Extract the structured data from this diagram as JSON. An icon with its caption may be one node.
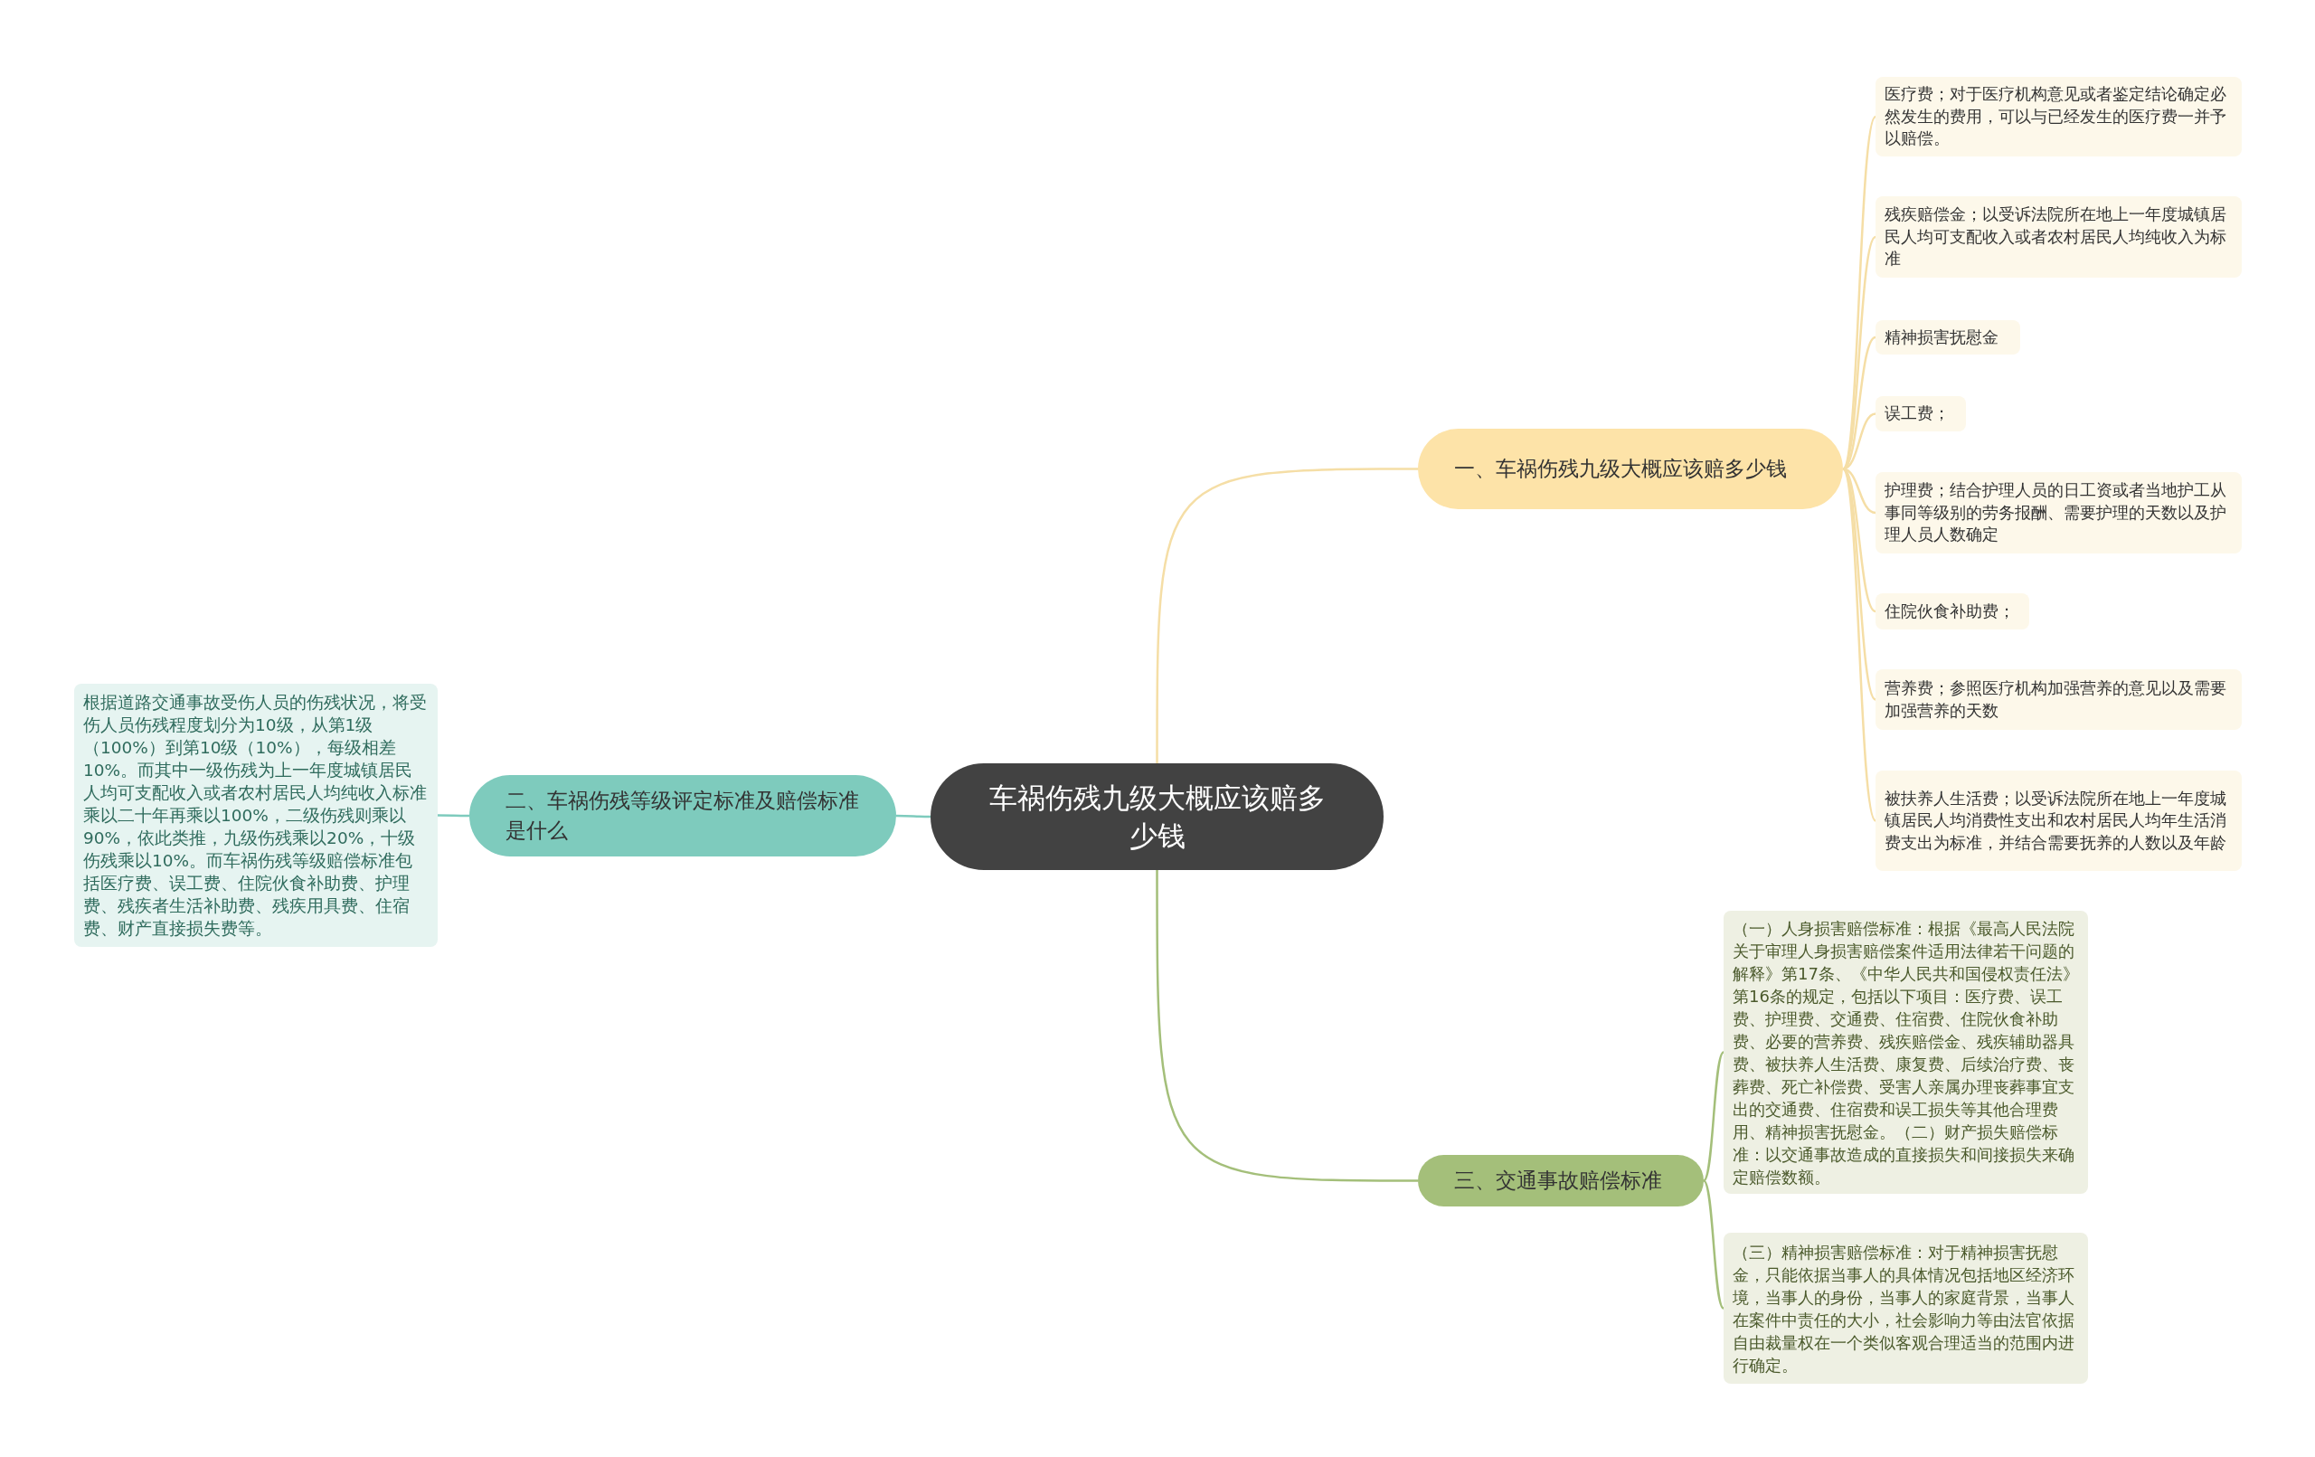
{
  "diagram": {
    "nodes": [
      {
        "text": [
          "车祸伤残九级大概应该赔多少钱"
        ]
      },
      {
        "text": [
          "一、车祸伤残九级大概应该赔多少钱"
        ]
      },
      {
        "text": [
          "医疗费；对于医疗机构意见或者鉴定结论确定必然发生的费用，可以与已经发生的医疗费一并予以赔偿。"
        ]
      },
      {
        "text": [
          "残疾赔偿金；以受诉法院所在地上一年度城镇居民人均可支配收入或者农村居民人均纯收入为标准"
        ]
      },
      {
        "text": [
          "精神损害抚慰金"
        ]
      },
      {
        "text": [
          "误工费；"
        ]
      },
      {
        "text": [
          "护理费；结合护理人员的日工资或者当地护工从事同等级别的劳务报酬、需要护理的天数以及护理人员人数确定"
        ]
      },
      {
        "text": [
          "住院伙食补助费；"
        ]
      },
      {
        "text": [
          "营养费；参照医疗机构加强营养的意见以及需要加强营养的天数"
        ]
      },
      {
        "text": [
          "被扶养人生活费；以受诉法院所在地上一年度城镇居民人均消费性支出和农村居民人均年生活消费支出为标准，并结合需要抚养的人数以及年龄"
        ]
      },
      {
        "text": [
          "二、车祸伤残等级评定标准及赔偿标准是什么"
        ]
      },
      {
        "text": [
          "根据道路交通事故受伤人员的伤残状况，将受伤人员伤残程度划分为10级，从第1级（100%）到第10级（10%），每级相差10%。而其中一级伤残为上一年度城镇居民人均可支配收入或者农村居民人均纯收入标准乘以二十年再乘以100%，二级伤残则乘以90%，依此类推，九级伤残乘以20%，十级伤残乘以10%。而车祸伤残等级赔偿标准包括医疗费、误工费、住院伙食补助费、护理费、残疾者生活补助费、残疾用具费、住宿费、财产直接损失费等。"
        ]
      },
      {
        "text": [
          "三、交通事故赔偿标准"
        ]
      },
      {
        "text": [
          "（一）人身损害赔偿标准：根据《最高人民法院关于审理人身损害赔偿案件适用法律若干问题的解释》第17条、《中华人民共和国侵权责任法》第16条的规定，包括以下项目：医疗费、误工费、护理费、交通费、住宿费、住院伙食补助费、必要的营养费、残疾赔偿金、残疾辅助器具费、被扶养人生活费、康复费、后续治疗费、丧葬费、死亡补偿费、受害人亲属办理丧葬事宜支出的交通费、住宿费和误工损失等其他合理费用、精神损害抚慰金。（二）财产损失赔偿标准：以交通事故造成的直接损失和间接损失来确定赔偿数额。"
        ]
      },
      {
        "text": [
          "（三）精神损害赔偿标准：对于精神损害抚慰金，只能依据当事人的具体情况包括地区经济环境，当事人的身份，当事人的家庭背景，当事人在案件中责任的大小，社会影响力等由法官依据自由裁量权在一个类似客观合理适当的范围内进行确定。"
        ]
      }
    ],
    "edges": [
      {
        "from": 0,
        "to": 1,
        "arrow": "none"
      },
      {
        "from": 1,
        "to": 2,
        "arrow": "none"
      },
      {
        "from": 1,
        "to": 3,
        "arrow": "none"
      },
      {
        "from": 1,
        "to": 4,
        "arrow": "none"
      },
      {
        "from": 1,
        "to": 5,
        "arrow": "none"
      },
      {
        "from": 1,
        "to": 6,
        "arrow": "none"
      },
      {
        "from": 1,
        "to": 7,
        "arrow": "none"
      },
      {
        "from": 1,
        "to": 8,
        "arrow": "none"
      },
      {
        "from": 1,
        "to": 9,
        "arrow": "none"
      },
      {
        "from": 0,
        "to": 10,
        "arrow": "none",
        "color": "#7ecbbd"
      },
      {
        "from": 10,
        "to": 11,
        "arrow": "none",
        "color": "#7ecbbd"
      },
      {
        "from": 0,
        "to": 12,
        "arrow": "none",
        "color": "#a4bf7a"
      },
      {
        "from": 12,
        "to": 13,
        "arrow": "none",
        "color": "#a4bf7a"
      },
      {
        "from": 12,
        "to": 14,
        "arrow": "none",
        "color": "#a4bf7a"
      }
    ]
  }
}
